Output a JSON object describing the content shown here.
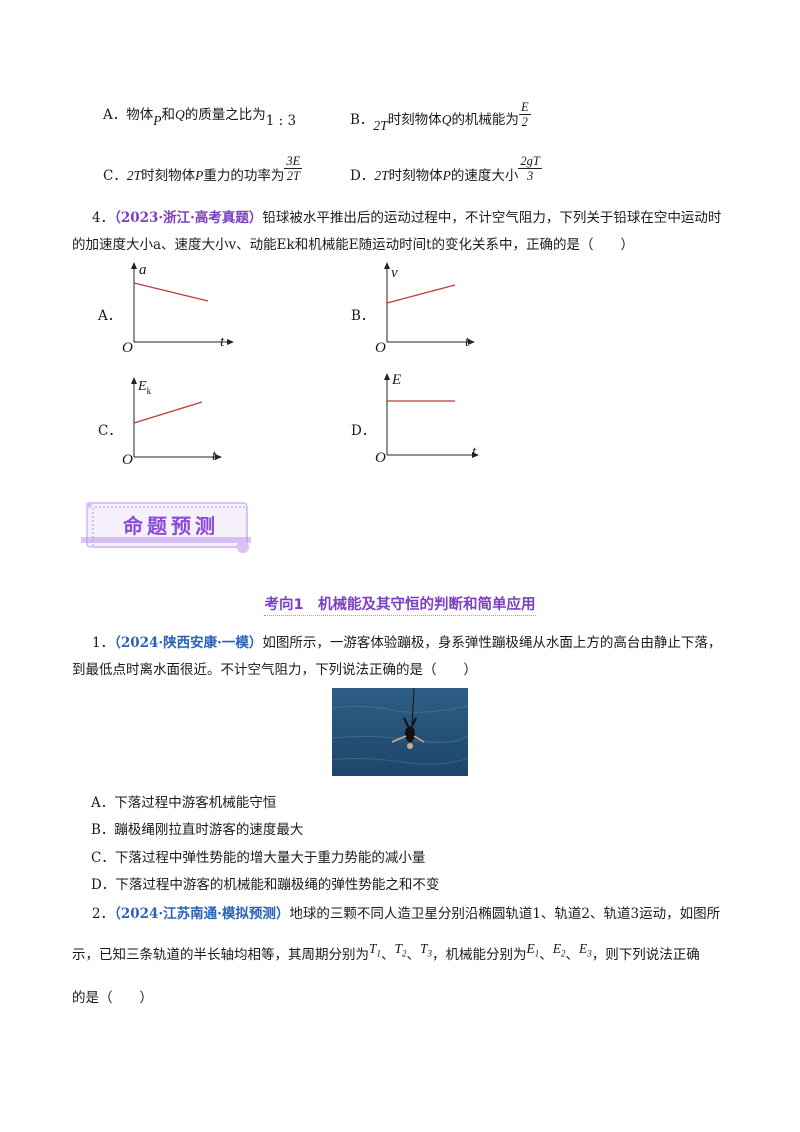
{
  "prev_options": {
    "A": {
      "label": "A．",
      "text1": "物体",
      "P": "P",
      "and": "和",
      "Q": "Q",
      "text2": "的质量之比为",
      "ratio": "1 : 3"
    },
    "B": {
      "label": "B．",
      "t": "2T",
      "text1": "时刻物体",
      "Q": "Q",
      "text2": "的机械能为",
      "num": "E",
      "den": "2"
    },
    "C": {
      "label": "C．",
      "t": "2T",
      "text1": "时刻物体",
      "P": "P",
      "text2": "重力的功率为",
      "num": "3E",
      "den": "2T"
    },
    "D": {
      "label": "D．",
      "t": "2T",
      "text1": "时刻物体",
      "P": "P",
      "text2": "的速度大小",
      "num": "2gT",
      "den": "3"
    }
  },
  "q4": {
    "number": "4．",
    "source": "（2023·浙江·高考真题）",
    "line1": "铅球被水平推出后的运动过程中，不计空气阻力，下列关于铅球在空中运动时",
    "line2": "的加速度大小a、速度大小v、动能Ek和机械能E随运动时间t的变化关系中，正确的是（　　）",
    "options": [
      {
        "label": "A．",
        "y_axis": "a",
        "x_axis": "t",
        "origin": "O"
      },
      {
        "label": "B．",
        "y_axis": "v",
        "x_axis": "t",
        "origin": "O"
      },
      {
        "label": "C．",
        "y_axis": "E",
        "y_sub": "k",
        "x_axis": "t",
        "origin": "O"
      },
      {
        "label": "D．",
        "y_axis": "E",
        "x_axis": "t",
        "origin": "O"
      }
    ]
  },
  "banner": {
    "text": "命题预测"
  },
  "section_title": "考向1　机械能及其守恒的判断和简单应用",
  "q1": {
    "number": "1．",
    "source": "（2024·陕西安康·一模）",
    "line1": "如图所示，一游客体验蹦极，身系弹性蹦极绳从水面上方的高台由静止下落，",
    "line2": "到最低点时离水面很近。不计空气阻力，下列说法正确的是（　　）",
    "options": [
      {
        "label": "A．",
        "text": "下落过程中游客机械能守恒"
      },
      {
        "label": "B．",
        "text": "蹦极绳刚拉直时游客的速度最大"
      },
      {
        "label": "C．",
        "text": "下落过程中弹性势能的增大量大于重力势能的减小量"
      },
      {
        "label": "D．",
        "text": "下落过程中游客的机械能和蹦极绳的弹性势能之和不变"
      }
    ]
  },
  "q2": {
    "number": "2．",
    "source": "（2024·江苏南通·模拟预测）",
    "line1": "地球的三颗不同人造卫星分别沿椭圆轨道1、轨道2、轨道3运动，如图所",
    "line2a": "示，已知三条轨道的半长轴均相等，其周期分别为",
    "periods": [
      "T1",
      "T2",
      "T3"
    ],
    "line2b": "，机械能分别为",
    "energies": [
      "E1",
      "E2",
      "E3"
    ],
    "line2c": "，则下列说法正确",
    "line3": "的是（　　）"
  },
  "colors": {
    "line": "#c0393b",
    "source_blue": "#2a62b8",
    "purple": "#7a3fc2",
    "banner_bg": "#efe6fb",
    "banner_border": "#b68de8"
  }
}
